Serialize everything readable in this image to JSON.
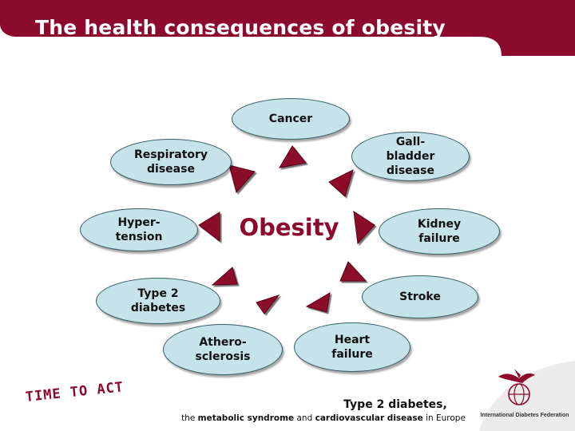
{
  "slide_title": "The health consequences of obesity",
  "center": "Obesity",
  "nodes": {
    "cancer": "Cancer",
    "gallbladder": "Gall-\nbladder\ndisease",
    "kidney": "Kidney\nfailure",
    "stroke": "Stroke",
    "heart": "Heart\nfailure",
    "athero": "Athero-\nsclerosis",
    "type2": "Type 2\ndiabetes",
    "hypertension": "Hyper-\ntension",
    "respiratory": "Respiratory\ndisease"
  },
  "tagline": "TIME TO ACT",
  "footer": {
    "title": "Type 2 diabetes,",
    "sub_parts": [
      "the ",
      "metabolic syndrome",
      " and ",
      "cardiovascular disease",
      " in Europe"
    ]
  },
  "logo_text": "International Diabetes Federation",
  "colors": {
    "header": "#8c0a2c",
    "node_fill": "#c6e3ea",
    "arrow": "#8c0a2c",
    "center_text": "#8c0a2c"
  },
  "icons": {
    "logo": "bird-globe-icon",
    "arrow": "triangle-arrow-icon"
  }
}
